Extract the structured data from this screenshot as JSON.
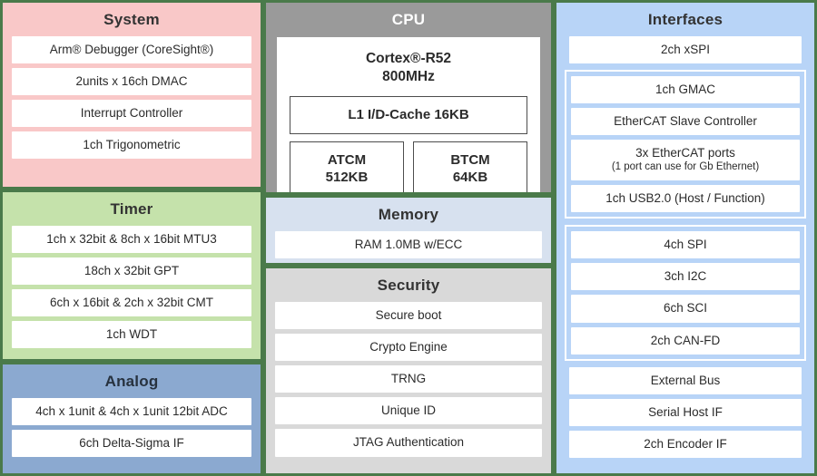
{
  "colors": {
    "border_green": "#4a7a4a",
    "system_bg": "#f9c8c8",
    "timer_bg": "#c5e2ab",
    "analog_bg": "#8ba9d0",
    "cpu_bg": "#9a9a9a",
    "memory_bg": "#d7e1ef",
    "security_bg": "#d9d9d9",
    "interfaces_bg": "#b8d4f7",
    "chip_bg": "#ffffff"
  },
  "system": {
    "title": "System",
    "items": [
      "Arm® Debugger (CoreSight®)",
      "2units x 16ch DMAC",
      "Interrupt Controller",
      "1ch Trigonometric"
    ]
  },
  "timer": {
    "title": "Timer",
    "items": [
      "1ch x 32bit & 8ch x 16bit MTU3",
      "18ch x 32bit GPT",
      "6ch x 16bit & 2ch x 32bit CMT",
      "1ch WDT"
    ]
  },
  "analog": {
    "title": "Analog",
    "items": [
      "4ch x 1unit & 4ch x 1unit 12bit ADC",
      "6ch Delta-Sigma IF"
    ]
  },
  "cpu": {
    "title": "CPU",
    "core_line1": "Cortex®-R52",
    "core_line2": "800MHz",
    "cache": "L1 I/D-Cache 16KB",
    "tcm": [
      {
        "name": "ATCM",
        "size": "512KB"
      },
      {
        "name": "BTCM",
        "size": "64KB"
      }
    ]
  },
  "memory": {
    "title": "Memory",
    "items": [
      "RAM 1.0MB w/ECC"
    ]
  },
  "security": {
    "title": "Security",
    "items": [
      "Secure boot",
      "Crypto Engine",
      "TRNG",
      "Unique ID",
      "JTAG Authentication"
    ]
  },
  "interfaces": {
    "title": "Interfaces",
    "group_top": {
      "items": [
        "2ch xSPI"
      ]
    },
    "group_network": {
      "items": [
        {
          "label": "1ch GMAC",
          "sub": ""
        },
        {
          "label": "EtherCAT Slave Controller",
          "sub": ""
        },
        {
          "label": "3x EtherCAT ports",
          "sub": "(1 port can use for Gb Ethernet)"
        },
        {
          "label": "1ch USB2.0 (Host / Function)",
          "sub": ""
        }
      ]
    },
    "group_serial": {
      "items": [
        "4ch SPI",
        "3ch I2C",
        "6ch SCI",
        "2ch CAN-FD"
      ]
    },
    "group_bottom": {
      "items": [
        "External Bus",
        "Serial Host IF",
        "2ch Encoder IF"
      ]
    }
  }
}
